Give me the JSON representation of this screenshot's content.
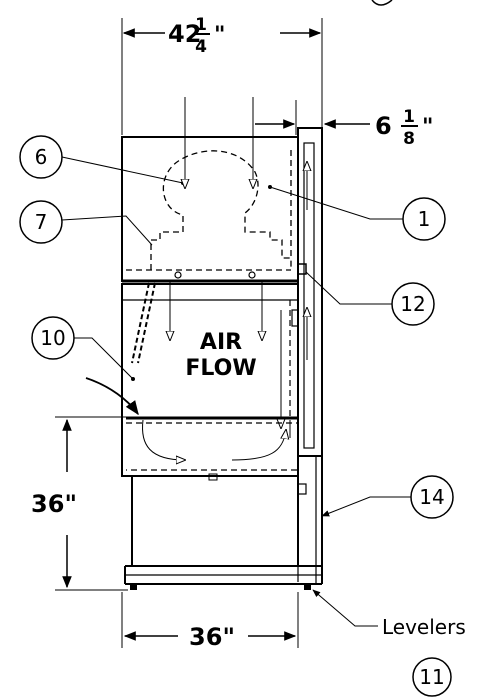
{
  "dimensions": {
    "width_top": {
      "whole": "42",
      "num": "1",
      "den": "4",
      "unit": "\""
    },
    "depth_side": {
      "whole": "6",
      "num": "1",
      "den": "8",
      "unit": "\""
    },
    "height_left": "36\"",
    "width_bottom": "36\""
  },
  "labels": {
    "air_flow_line1": "AIR",
    "air_flow_line2": "FLOW",
    "levelers": "Levelers"
  },
  "callouts": [
    "6",
    "7",
    "10",
    "1",
    "12",
    "14",
    "11"
  ],
  "colors": {
    "ink": "#000000",
    "background": "#ffffff"
  }
}
